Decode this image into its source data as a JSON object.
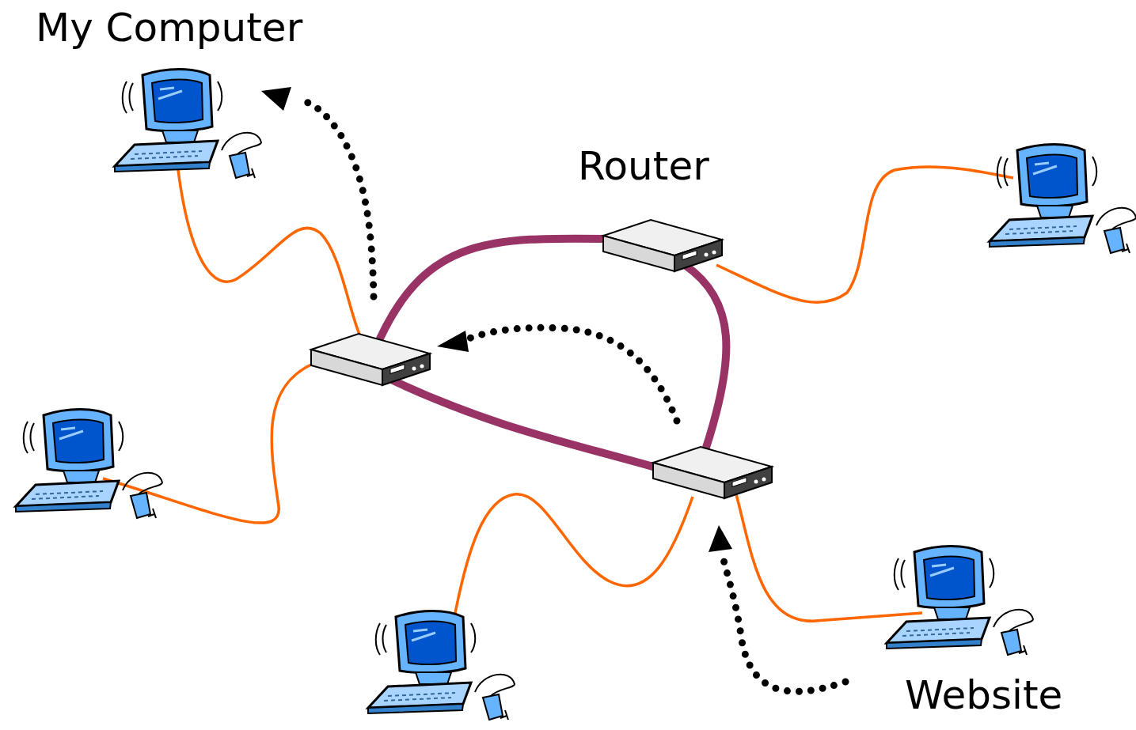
{
  "diagram": {
    "nodes": [
      {
        "text": [
          "My Computer"
        ]
      },
      {
        "text": [
          "Router"
        ]
      },
      {
        "text": [
          "Website"
        ]
      }
    ]
  }
}
